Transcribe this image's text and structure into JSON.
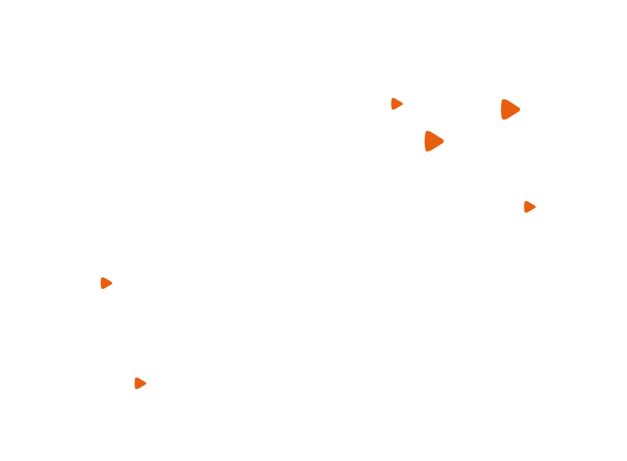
{
  "map": {
    "background_color": "#ffffff",
    "marker_color": "#e8600f",
    "marker_icon": "location-marker-icon",
    "markers": [
      {
        "id": "marker-1",
        "size": "small"
      },
      {
        "id": "marker-2",
        "size": "large"
      },
      {
        "id": "marker-3",
        "size": "large"
      },
      {
        "id": "marker-4",
        "size": "small"
      },
      {
        "id": "marker-5",
        "size": "small"
      },
      {
        "id": "marker-6",
        "size": "small"
      }
    ]
  }
}
